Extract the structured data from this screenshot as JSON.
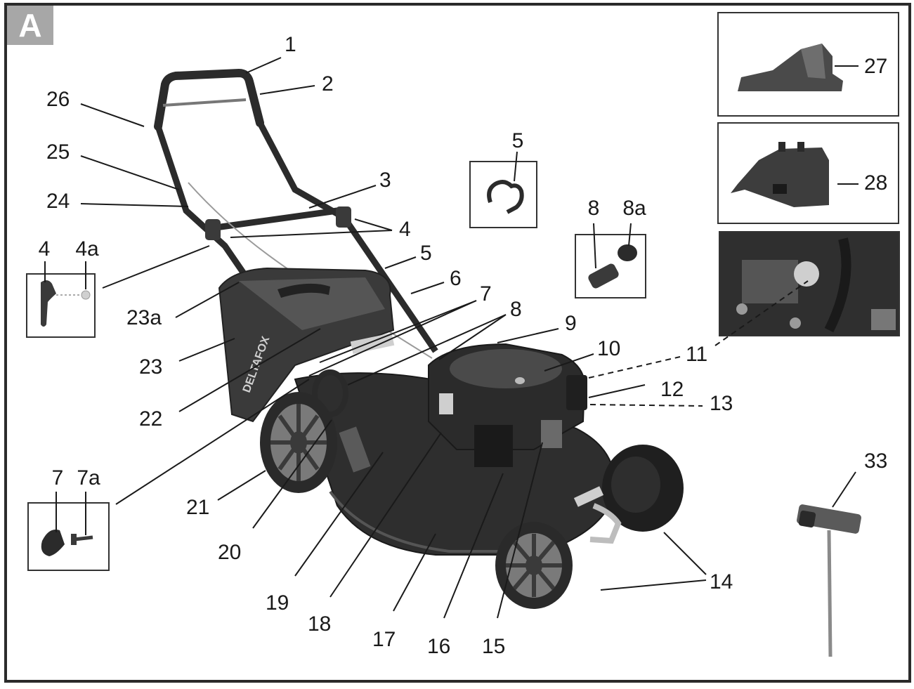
{
  "figure": {
    "tag": "A",
    "colors": {
      "tag_bg": "#a7a7a7",
      "tag_text": "#ffffff",
      "frame": "#2b2b2b",
      "ink": "#1a1a1a",
      "part_dark": "#3a3a3a",
      "part_mid": "#6a6a6a",
      "part_light": "#bdbdbd"
    },
    "callouts": {
      "c1": "1",
      "c2": "2",
      "c3": "3",
      "c4": "4",
      "c5": "5",
      "c6": "6",
      "c7": "7",
      "c8": "8",
      "c9": "9",
      "c10": "10",
      "c11": "11",
      "c12": "12",
      "c13": "13",
      "c14": "14",
      "c15": "15",
      "c16": "16",
      "c17": "17",
      "c18": "18",
      "c19": "19",
      "c20": "20",
      "c21": "21",
      "c22": "22",
      "c23": "23",
      "c23a": "23a",
      "c24": "24",
      "c25": "25",
      "c26": "26",
      "c27": "27",
      "c28": "28",
      "c33": "33"
    },
    "detail_boxes": {
      "handle_knob": {
        "label_a": "4",
        "label_b": "4a"
      },
      "cable_clip": {
        "label": "5"
      },
      "nut_set": {
        "label_a": "8",
        "label_b": "8a"
      },
      "bolt_knob": {
        "label_a": "7",
        "label_b": "7a"
      }
    },
    "brand_text": "DELTAFOX"
  }
}
